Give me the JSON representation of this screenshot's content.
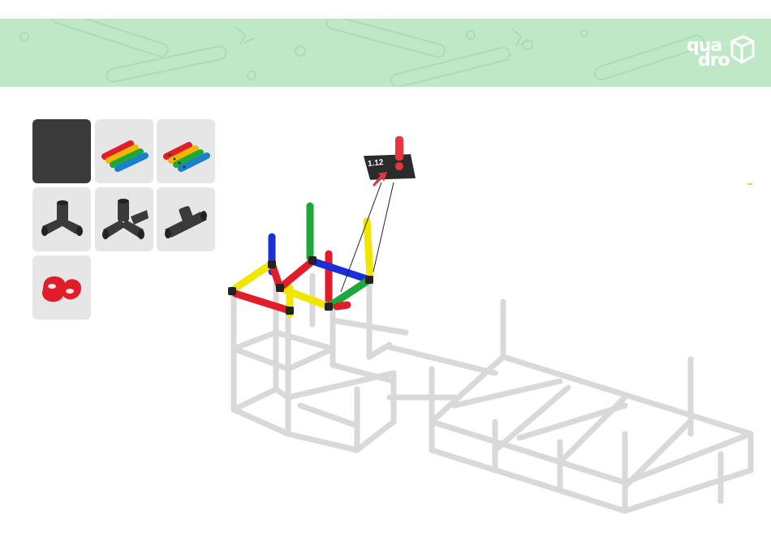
{
  "brand": {
    "logo_line1": "qua",
    "logo_line2": "dro"
  },
  "palette": {
    "tiles": [
      {
        "name": "empty-slot",
        "icon": "empty-icon",
        "selected": true
      },
      {
        "name": "tubes-set-a",
        "icon": "color-tubes-icon"
      },
      {
        "name": "tubes-set-b",
        "icon": "color-tubes-icon"
      },
      {
        "name": "connector-3way",
        "icon": "three-way-connector-icon"
      },
      {
        "name": "connector-4way",
        "icon": "four-way-connector-icon"
      },
      {
        "name": "connector-t",
        "icon": "t-connector-icon"
      },
      {
        "name": "clamp",
        "icon": "red-clamp-icon"
      }
    ]
  },
  "step": {
    "label": "1.12",
    "icon": "exclamation-icon"
  },
  "colors": {
    "banner": "#bfe8c7",
    "tile": "#e6e6e6",
    "tile_selected": "#3a3a3a",
    "red": "#e11d2a",
    "yellow": "#f2e600",
    "green": "#1fa83a",
    "blue": "#1a2fd6",
    "frame": "#d9d9d9"
  }
}
